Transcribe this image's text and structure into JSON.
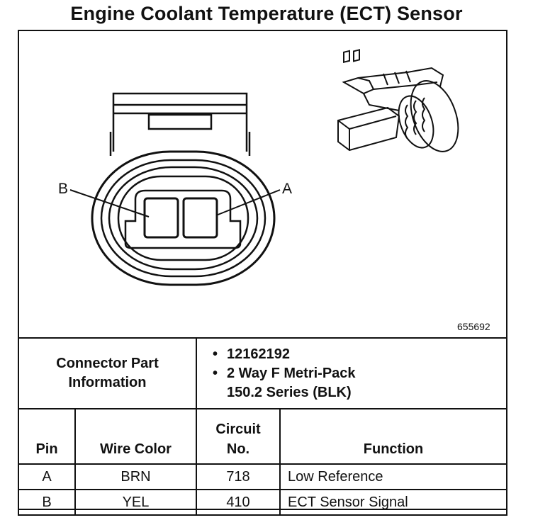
{
  "title": "Engine Coolant Temperature (ECT) Sensor",
  "figure_number": "655692",
  "callouts": {
    "a": "A",
    "b": "B"
  },
  "connector_part_information": {
    "label_line1": "Connector Part",
    "label_line2": "Information",
    "part_number": "12162192",
    "description_line1": "2 Way F Metri-Pack",
    "description_line2": "150.2 Series (BLK)",
    "bullet": "•"
  },
  "pinout": {
    "headers": {
      "pin": "Pin",
      "wire_color": "Wire Color",
      "circuit_line1": "Circuit",
      "circuit_line2": "No.",
      "function": "Function"
    },
    "rows": [
      {
        "pin": "A",
        "wire_color": "BRN",
        "circuit": "718",
        "function": "Low Reference"
      },
      {
        "pin": "B",
        "wire_color": "YEL",
        "circuit": "410",
        "function": "ECT Sensor Signal"
      }
    ]
  }
}
